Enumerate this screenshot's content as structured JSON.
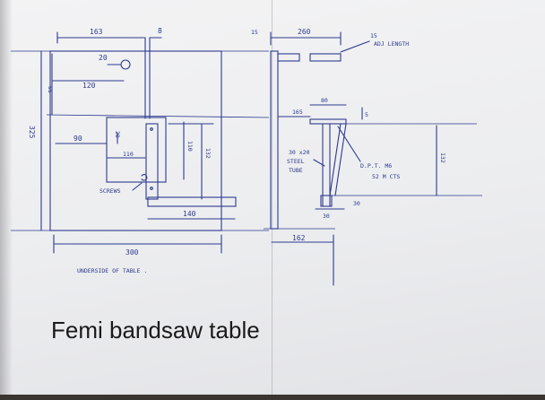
{
  "caption": "Femi bandsaw table",
  "left_view": {
    "dim_top": "163",
    "dim_slot": "8",
    "dim_hole_offset": "20",
    "dim_hole_from_left": "120",
    "dim_side_small": "55",
    "dim_height_total": "325",
    "dim_90": "90",
    "dim_110_horizontal": "110",
    "dim_110_vertical": "110",
    "dim_132": "132",
    "dim_20": "20",
    "screws_label": "SCREWS",
    "dim_140": "140",
    "dim_width_total": "300",
    "view_label": "UNDERSIDE OF TABLE ."
  },
  "right_view": {
    "dim_15_left": "15",
    "dim_260": "260",
    "dim_15_right": "15",
    "adj_length_label": "ADJ LENGTH",
    "dim_80": "80",
    "dim_165": "165",
    "dim_5": "5",
    "tube_label_1": "30 x20",
    "tube_label_2": "STEEL",
    "tube_label_3": "TUBE",
    "dpt_label_1": "D.P.T. M6",
    "dpt_label_2": "52 M CTS",
    "dim_132": "132",
    "dim_30_a": "30",
    "dim_30_b": "30",
    "dim_162": "162"
  }
}
